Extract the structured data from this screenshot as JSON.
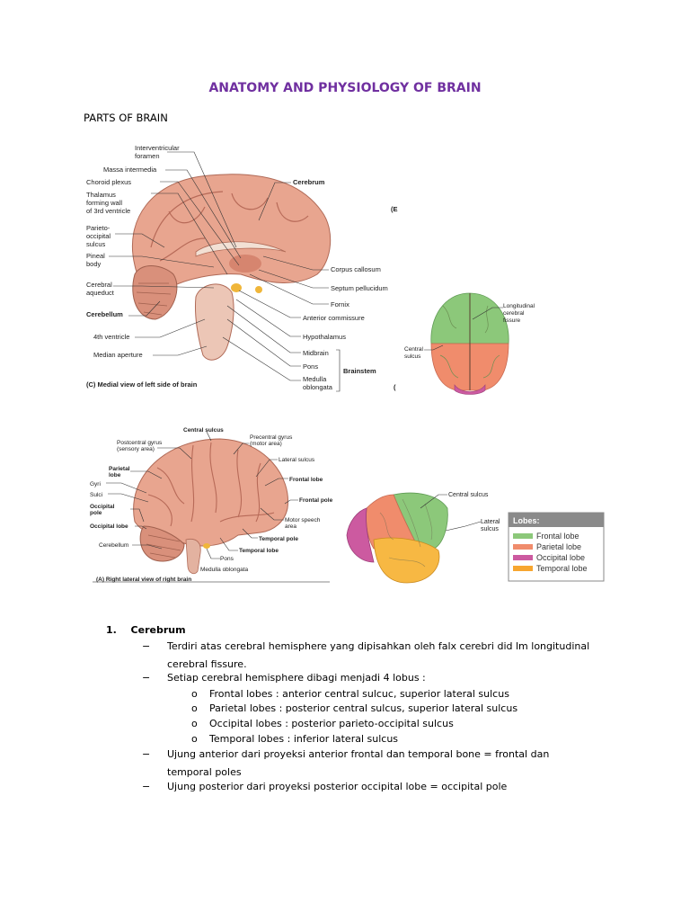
{
  "title": "ANATOMY AND PHYSIOLOGY OF BRAIN",
  "section_title": "PARTS OF BRAIN",
  "fig_medial": {
    "caption": "(C) Medial view of left side of brain",
    "labels": {
      "interventricular": "Interventricular",
      "foramen": "foramen",
      "massa": "Massa intermedia",
      "choroid": "Choroid plexus",
      "thalamus1": "Thalamus",
      "thalamus2": "forming wall",
      "thalamus3": "of 3rd ventricle",
      "parieto1": "Parieto-",
      "parieto2": "occipital",
      "parieto3": "sulcus",
      "pineal1": "Pineal",
      "pineal2": "body",
      "aqueduct1": "Cerebral",
      "aqueduct2": "aqueduct",
      "cerebellum": "Cerebellum",
      "ventricle4": "4th ventricle",
      "aperture": "Median aperture",
      "cerebrum": "Cerebrum",
      "callosum": "Corpus callosum",
      "septum": "Septum pellucidum",
      "fornix": "Fornix",
      "anterior": "Anterior commissure",
      "hypothalamus": "Hypothalamus",
      "midbrain": "Midbrain",
      "pons": "Pons",
      "medulla1": "Medulla",
      "medulla2": "oblongata",
      "brainstem": "Brainstem",
      "edge1": "(E",
      "edge2": "("
    }
  },
  "fig_top": {
    "longitudinal1": "Longitudinal",
    "longitudinal2": "cerebral",
    "longitudinal3": "fissure",
    "central1": "Central",
    "central2": "sulcus"
  },
  "fig_lateral": {
    "caption": "(A) Right lateral view of right brain",
    "labels": {
      "central_sulcus": "Central sulcus",
      "postcentral1": "Postcentral gyrus",
      "postcentral2": "(sensory area)",
      "precentral1": "Precentral gyrus",
      "precentral2": "(motor area)",
      "lateral_sulcus": "Lateral sulcus",
      "parietal1": "Parietal",
      "parietal2": "lobe",
      "gyri": "Gyri",
      "sulci": "Sulci",
      "occ_pole1": "Occipital",
      "occ_pole2": "pole",
      "occ_lobe": "Occipital lobe",
      "cerebellum": "Cerebellum",
      "frontal_lobe": "Frontal lobe",
      "frontal_pole": "Frontal pole",
      "motor1": "Motor speech",
      "motor2": "area",
      "temporal_pole": "Temporal pole",
      "temporal_lobe": "Temporal lobe",
      "pons": "Pons",
      "medulla": "Medulla oblongata"
    }
  },
  "fig_lobes": {
    "central_sulcus": "Central sulcus",
    "lateral1": "Lateral",
    "lateral2": "sulcus",
    "legend_title": "Lobes:",
    "legend": [
      {
        "label": "Frontal lobe",
        "color": "#8cc87a"
      },
      {
        "label": "Parietal lobe",
        "color": "#f08c6c"
      },
      {
        "label": "Occipital lobe",
        "color": "#cc5aa0"
      },
      {
        "label": "Temporal lobe",
        "color": "#f7a630"
      }
    ]
  },
  "colors": {
    "title": "#7030a0",
    "brain": "#e8a58f",
    "frontal": "#8cc87a",
    "parietal": "#f08c6c",
    "occipital": "#cc5aa0",
    "temporal": "#f7b843"
  },
  "content": {
    "item_number": "1.",
    "item_title": "Cerebrum",
    "dash": "−",
    "bullet": "o",
    "p1a": "Terdiri atas cerebral hemisphere yang dipisahkan oleh falx cerebri did lm longitudinal",
    "p1b": "cerebral fissure.",
    "p2": "Setiap cerebral hemisphere dibagi menjadi 4 lobus :",
    "sub1": "Frontal lobes : anterior central sulcuc, superior lateral sulcus",
    "sub2": "Parietal lobes : posterior central sulcus, superior lateral sulcus",
    "sub3": "Occipital lobes : posterior parieto-occipital sulcus",
    "sub4": "Temporal lobes : inferior lateral sulcus",
    "p3a": "Ujung anterior dari proyeksi anterior frontal dan temporal bone = frontal dan",
    "p3b": "temporal poles",
    "p4": "Ujung posterior dari proyeksi posterior occipital lobe = occipital pole"
  }
}
